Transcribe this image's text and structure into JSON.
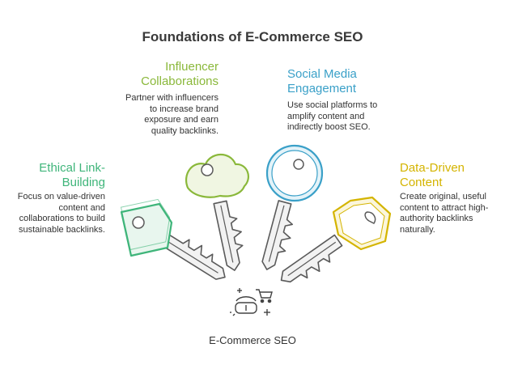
{
  "title": "Foundations of E-Commerce SEO",
  "center": {
    "label": "E-Commerce SEO",
    "icon": "vr-shopping-icon"
  },
  "colors": {
    "ethical": "#3fb57a",
    "influencer": "#8ab83a",
    "social": "#3aa0c8",
    "data": "#d4b400",
    "key_outline": "#5a5a5a",
    "key_fill": "#f2f2f2"
  },
  "items": {
    "ethical": {
      "title": [
        "Ethical Link-",
        "Building"
      ],
      "desc": [
        "Focus on value-driven",
        "content and",
        "collaborations to build",
        "sustainable backlinks."
      ]
    },
    "influencer": {
      "title": [
        "Influencer",
        "Collaborations"
      ],
      "desc": [
        "Partner with influencers",
        "to increase brand",
        "exposure and earn",
        "quality backlinks."
      ]
    },
    "social": {
      "title": [
        "Social Media",
        "Engagement"
      ],
      "desc": [
        "Use social platforms to",
        "amplify content and",
        "indirectly boost SEO."
      ]
    },
    "data": {
      "title": [
        "Data-Driven",
        "Content"
      ],
      "desc": [
        "Create original, useful",
        "content to attract high-",
        "authority backlinks",
        "naturally."
      ]
    }
  }
}
